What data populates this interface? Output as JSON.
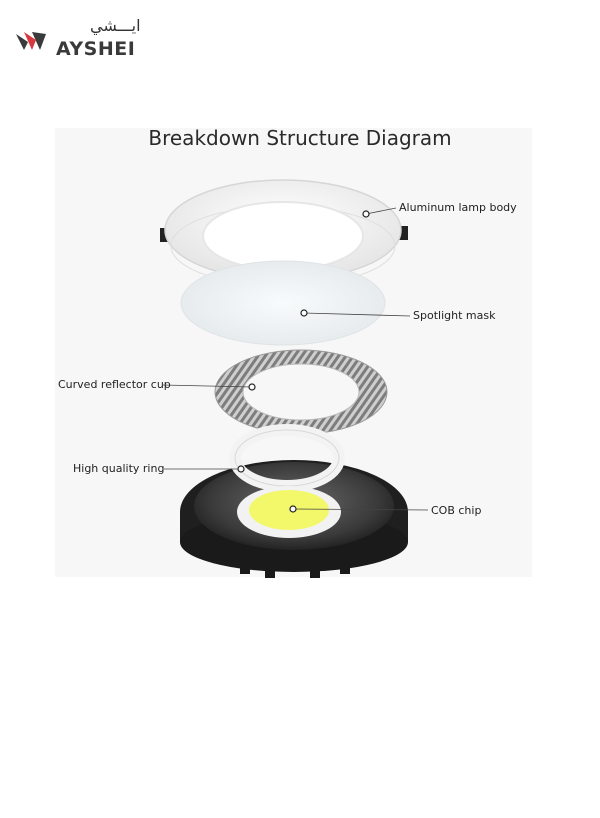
{
  "brand": {
    "arabic": "ايـــشي",
    "name": "AYSHEI",
    "colors": {
      "mark_red": "#d9363e",
      "mark_dark": "#3a3a3a"
    }
  },
  "diagram": {
    "title": "Breakdown Structure Diagram",
    "labels": {
      "aluminum_lamp_body": "Aluminum lamp body",
      "spotlight_mask": "Spotlight mask",
      "curved_reflector_cup": "Curved reflector cup",
      "high_quality_ring": "High quality ring",
      "cob_chip": "COB chip"
    },
    "colors": {
      "body_white": "#f4f4f4",
      "mask_white": "#eef2f4",
      "housing_black": "#1f1f1f",
      "chip_yellow": "#f3f76a"
    }
  }
}
